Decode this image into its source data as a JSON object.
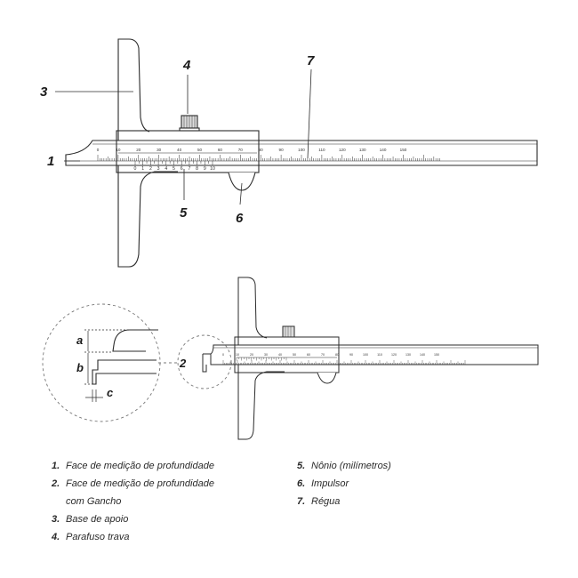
{
  "callouts": {
    "c1": "1",
    "c2": "2",
    "c3": "3",
    "c4": "4",
    "c5": "5",
    "c6": "6",
    "c7": "7"
  },
  "detail_dims": {
    "a": "a",
    "b": "b",
    "c": "c"
  },
  "main_scale_labels": [
    "0",
    "10",
    "20",
    "30",
    "40",
    "50",
    "60",
    "70",
    "80",
    "90",
    "100",
    "110",
    "120",
    "130",
    "140",
    "150"
  ],
  "vernier_labels": [
    "0",
    "1",
    "2",
    "3",
    "4",
    "5",
    "6",
    "7",
    "8",
    "9",
    "10"
  ],
  "small_scale_labels": [
    "0",
    "10",
    "20",
    "30",
    "40",
    "50",
    "60",
    "70",
    "80",
    "90",
    "100",
    "110",
    "120",
    "130",
    "140",
    "150"
  ],
  "legend": {
    "left": [
      {
        "num": "1.",
        "text": "Face de medição de profundidade"
      },
      {
        "num": "2.",
        "text": "Face de medição de profundidade",
        "text2": "com Gancho"
      },
      {
        "num": "3.",
        "text": "Base de apoio"
      },
      {
        "num": "4.",
        "text": "Parafuso trava"
      }
    ],
    "right": [
      {
        "num": "5.",
        "text": "Nônio (milímetros)"
      },
      {
        "num": "6.",
        "text": "Impulsor"
      },
      {
        "num": "7.",
        "text": "Régua"
      }
    ]
  },
  "colors": {
    "line": "#2b2b2b",
    "text": "#1a1a1a",
    "dash": "#777777"
  }
}
